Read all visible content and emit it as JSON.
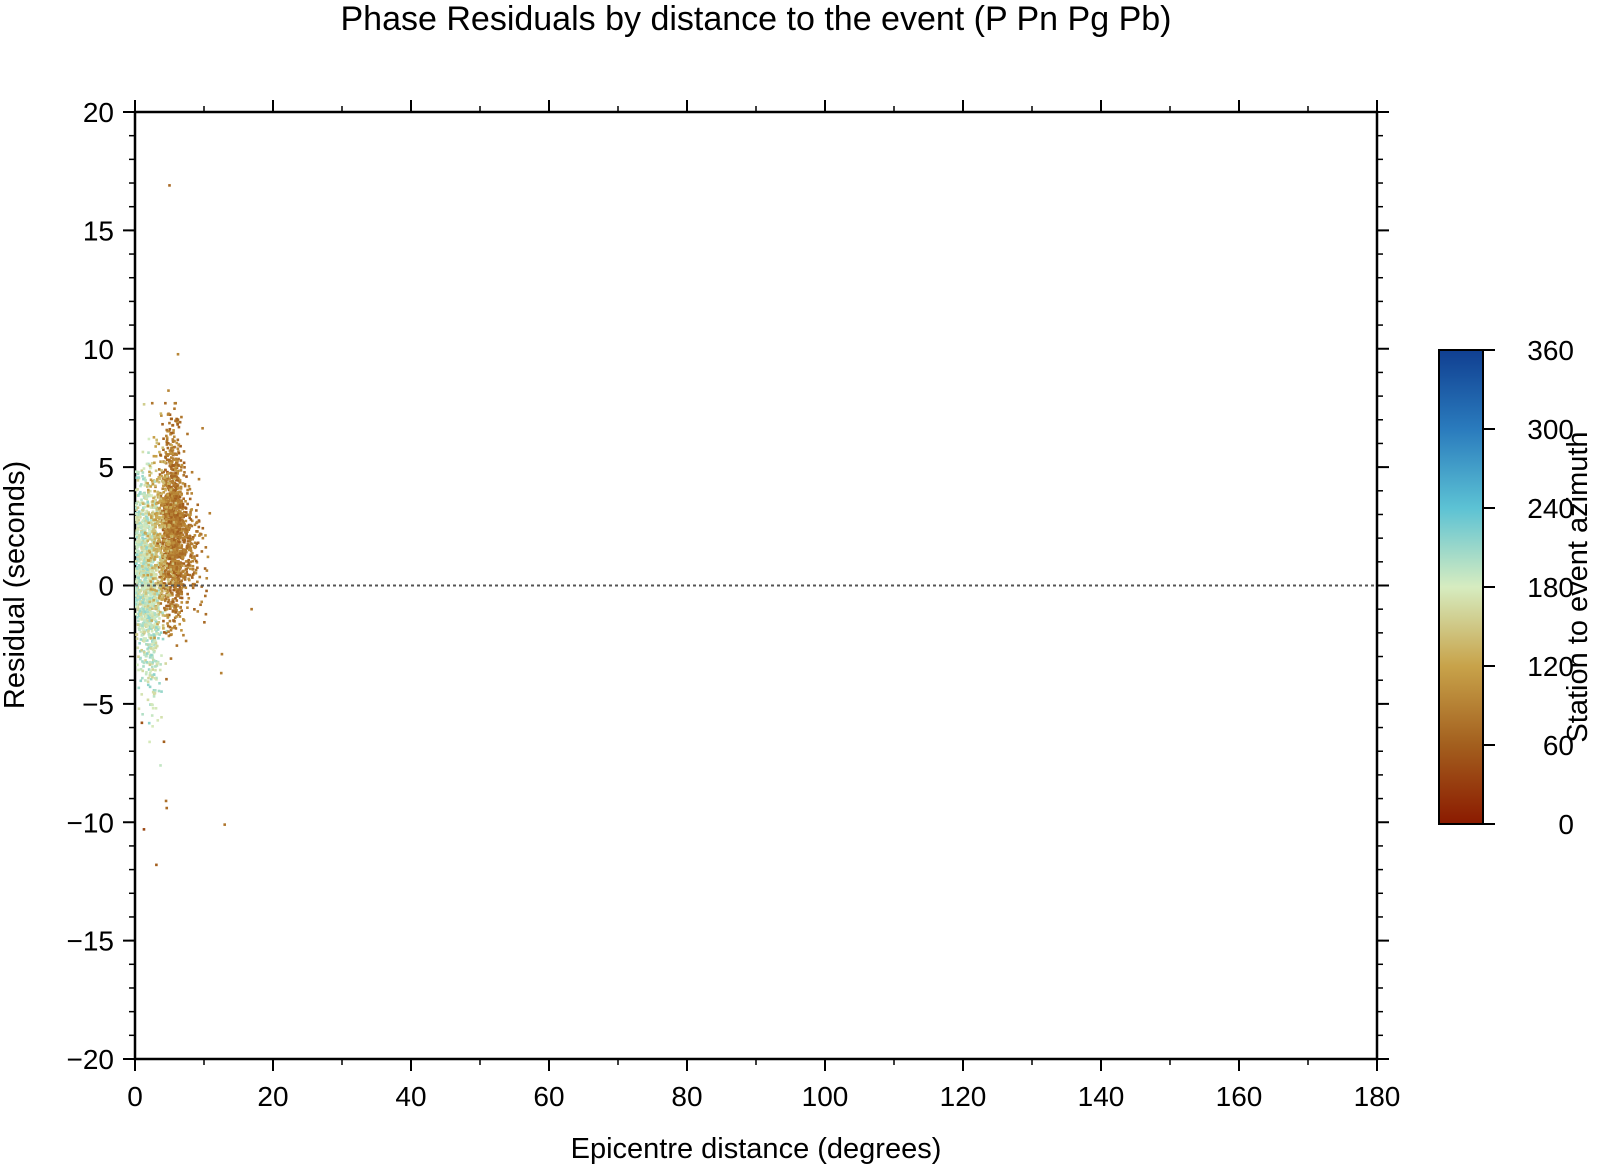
{
  "chart_data": {
    "type": "scatter",
    "title": "Phase Residuals by distance to the event (P Pn Pg Pb)",
    "xlabel": "Epicentre distance (degrees)",
    "ylabel": "Residual (seconds)",
    "xlim": [
      0,
      180
    ],
    "ylim": [
      -20,
      20
    ],
    "x_ticks": [
      0,
      20,
      40,
      60,
      80,
      100,
      120,
      140,
      160,
      180
    ],
    "y_ticks": [
      -20,
      -15,
      -10,
      -5,
      0,
      5,
      10,
      15,
      20
    ],
    "reference_line": {
      "y": 0,
      "style": "dotted",
      "color": "#555555"
    },
    "grid": false,
    "colorbar": {
      "label": "Station to event azimuth",
      "range": [
        0,
        360
      ],
      "ticks": [
        0,
        60,
        120,
        180,
        240,
        300,
        360
      ],
      "stops": [
        {
          "v": 0,
          "color": "#8b1a00"
        },
        {
          "v": 60,
          "color": "#a35f1e"
        },
        {
          "v": 120,
          "color": "#c8a34a"
        },
        {
          "v": 180,
          "color": "#d6ecc0"
        },
        {
          "v": 240,
          "color": "#5cc2d4"
        },
        {
          "v": 300,
          "color": "#2a7bbd"
        },
        {
          "v": 360,
          "color": "#103f91"
        }
      ]
    },
    "clusters": [
      {
        "x_center": 1.5,
        "x_spread": 1.5,
        "y_center": 0.8,
        "y_spread": 1.8,
        "count": 900,
        "azimuth_range": [
          150,
          215
        ]
      },
      {
        "x_center": 2.5,
        "x_spread": 1.2,
        "y_center": -1.2,
        "y_spread": 1.8,
        "count": 350,
        "azimuth_range": [
          160,
          215
        ]
      },
      {
        "x_center": 5.5,
        "x_spread": 1.4,
        "y_center": 2.5,
        "y_spread": 1.9,
        "count": 1300,
        "azimuth_range": [
          55,
          110
        ]
      },
      {
        "x_center": 7.5,
        "x_spread": 2.0,
        "y_center": 1.5,
        "y_spread": 1.2,
        "count": 250,
        "azimuth_range": [
          60,
          105
        ]
      },
      {
        "x_center": 3.5,
        "x_spread": 1.5,
        "y_center": 2.0,
        "y_spread": 1.8,
        "count": 300,
        "azimuth_range": [
          110,
          150
        ]
      }
    ],
    "outliers": [
      {
        "x": 5.0,
        "y": 16.9,
        "az": 70
      },
      {
        "x": 1.3,
        "y": -10.3,
        "az": 40
      },
      {
        "x": 3.1,
        "y": -11.8,
        "az": 60
      },
      {
        "x": 13.0,
        "y": -10.1,
        "az": 80
      },
      {
        "x": 4.5,
        "y": -9.1,
        "az": 75
      },
      {
        "x": 4.6,
        "y": -9.4,
        "az": 70
      },
      {
        "x": 16.9,
        "y": -1.0,
        "az": 80
      },
      {
        "x": 12.5,
        "y": -3.7,
        "az": 90
      },
      {
        "x": 12.6,
        "y": -2.9,
        "az": 85
      },
      {
        "x": 3.7,
        "y": -7.6,
        "az": 190
      },
      {
        "x": 2.5,
        "y": 7.7,
        "az": 80
      },
      {
        "x": 4.4,
        "y": 7.7,
        "az": 70
      },
      {
        "x": 5.9,
        "y": 7.7,
        "az": 85
      },
      {
        "x": 4.2,
        "y": -6.6,
        "az": 60
      },
      {
        "x": 1.0,
        "y": -5.8,
        "az": 50
      }
    ]
  }
}
